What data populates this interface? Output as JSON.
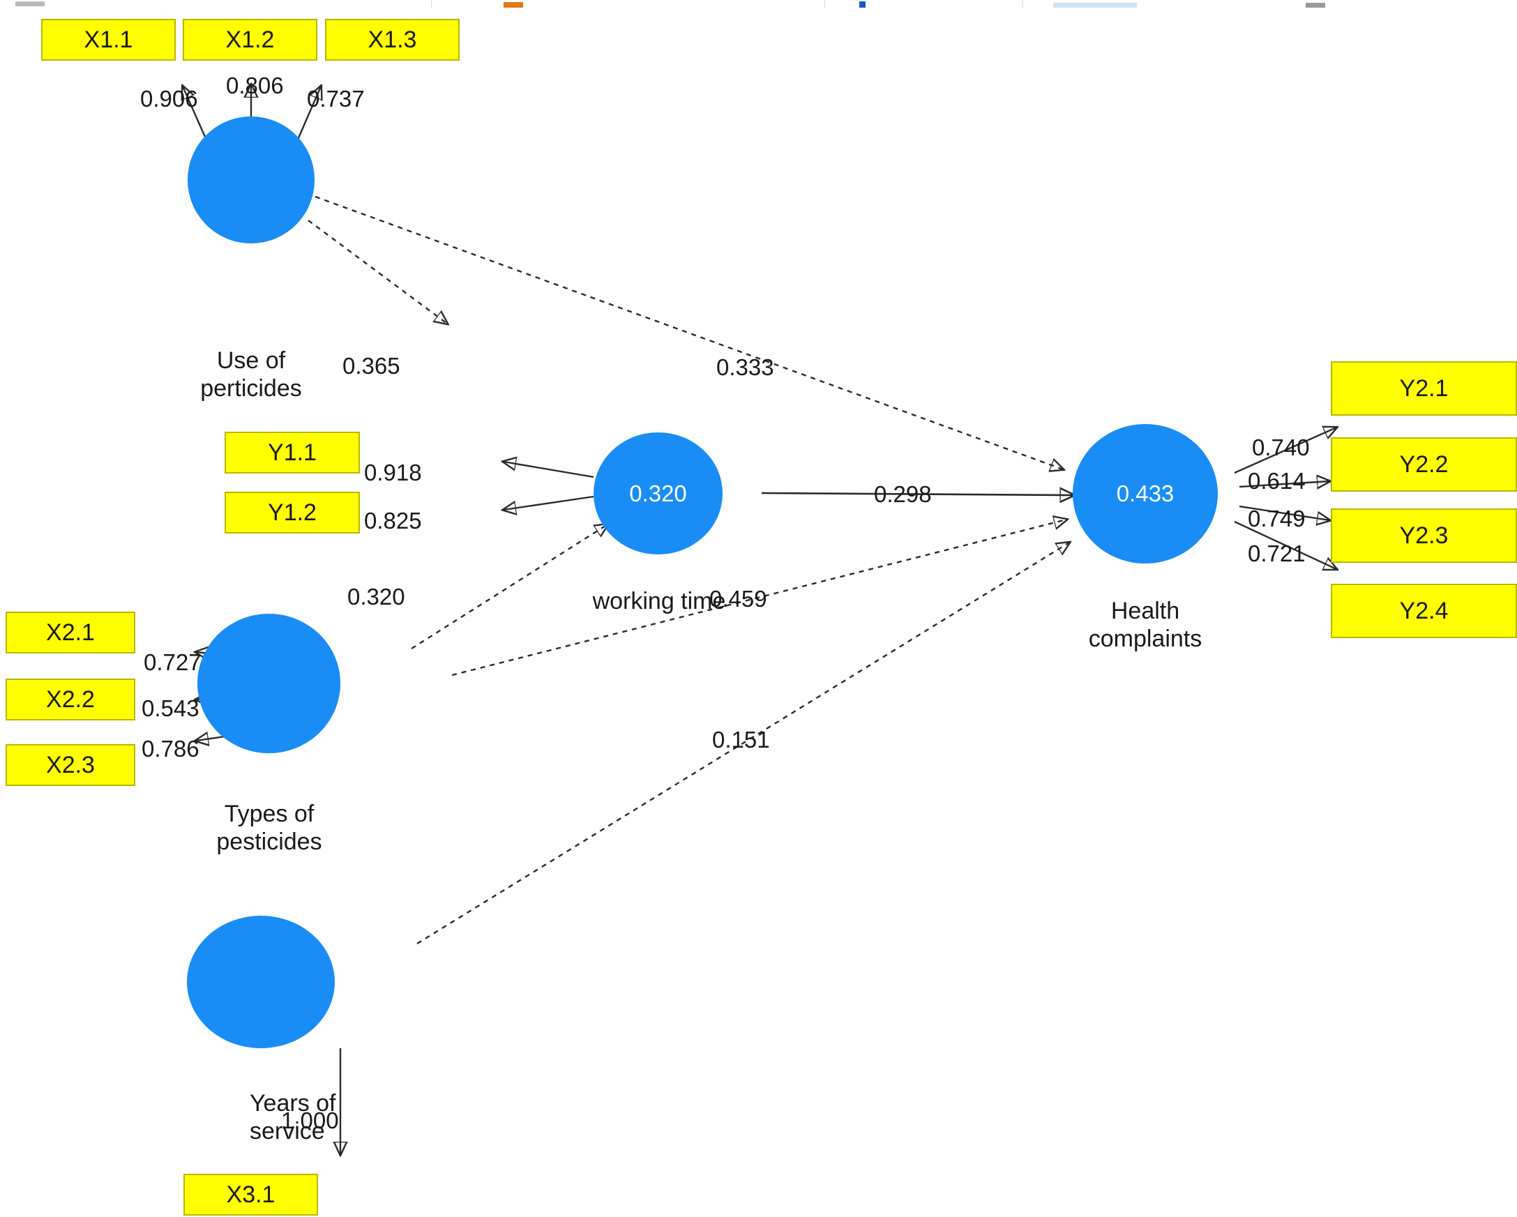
{
  "diagram": {
    "type": "sem-path-diagram",
    "colors": {
      "indicator_fill": "#ffff00",
      "indicator_border": "#b8b800",
      "latent_fill": "#1a8cf5",
      "edge": "#2b2b2b",
      "text": "#1a1a1a",
      "r2_text": "#ffffff",
      "background": "#ffffff"
    }
  },
  "indicators": {
    "x1_1": "X1.1",
    "x1_2": "X1.2",
    "x1_3": "X1.3",
    "x2_1": "X2.1",
    "x2_2": "X2.2",
    "x2_3": "X2.3",
    "x3_1": "X3.1",
    "y1_1": "Y1.1",
    "y1_2": "Y1.2",
    "y2_1": "Y2.1",
    "y2_2": "Y2.2",
    "y2_3": "Y2.3",
    "y2_4": "Y2.4"
  },
  "constructs": {
    "use_of_pesticides": {
      "label": "Use of\nperticides",
      "r2": ""
    },
    "types_of_pesticides": {
      "label": "Types of\npesticides",
      "r2": ""
    },
    "years_of_service": {
      "label": "Years of\nservice",
      "r2": ""
    },
    "working_time": {
      "label": "working time",
      "r2": "0.320"
    },
    "health_complaints": {
      "label": "Health\ncomplaints",
      "r2": "0.433"
    }
  },
  "outer_loadings": {
    "x1_1": "0.906",
    "x1_2": "0.806",
    "x1_3": "0.737",
    "x2_1": "0.727",
    "x2_2": "0.543",
    "x2_3": "0.786",
    "x3_1": "1.000",
    "y1_1": "0.918",
    "y1_2": "0.825",
    "y2_1": "0.740",
    "y2_2": "0.614",
    "y2_3": "0.749",
    "y2_4": "0.721"
  },
  "path_coefficients": {
    "use_to_working_time": "0.365",
    "use_to_health": "0.333",
    "types_to_working_time": "0.320",
    "types_to_health": "0.459",
    "working_time_to_health": "0.298",
    "years_to_health": "0.151"
  },
  "chart_data": {
    "type": "diagram",
    "title": "",
    "nodes": [
      {
        "id": "use_of_pesticides",
        "kind": "latent",
        "label": "Use of perticides",
        "r2": null
      },
      {
        "id": "types_of_pesticides",
        "kind": "latent",
        "label": "Types of pesticides",
        "r2": null
      },
      {
        "id": "years_of_service",
        "kind": "latent",
        "label": "Years of service",
        "r2": null
      },
      {
        "id": "working_time",
        "kind": "latent",
        "label": "working time",
        "r2": 0.32
      },
      {
        "id": "health_complaints",
        "kind": "latent",
        "label": "Health complaints",
        "r2": 0.433
      },
      {
        "id": "X1.1",
        "kind": "indicator",
        "label": "X1.1"
      },
      {
        "id": "X1.2",
        "kind": "indicator",
        "label": "X1.2"
      },
      {
        "id": "X1.3",
        "kind": "indicator",
        "label": "X1.3"
      },
      {
        "id": "X2.1",
        "kind": "indicator",
        "label": "X2.1"
      },
      {
        "id": "X2.2",
        "kind": "indicator",
        "label": "X2.2"
      },
      {
        "id": "X2.3",
        "kind": "indicator",
        "label": "X2.3"
      },
      {
        "id": "X3.1",
        "kind": "indicator",
        "label": "X3.1"
      },
      {
        "id": "Y1.1",
        "kind": "indicator",
        "label": "Y1.1"
      },
      {
        "id": "Y1.2",
        "kind": "indicator",
        "label": "Y1.2"
      },
      {
        "id": "Y2.1",
        "kind": "indicator",
        "label": "Y2.1"
      },
      {
        "id": "Y2.2",
        "kind": "indicator",
        "label": "Y2.2"
      },
      {
        "id": "Y2.3",
        "kind": "indicator",
        "label": "Y2.3"
      },
      {
        "id": "Y2.4",
        "kind": "indicator",
        "label": "Y2.4"
      }
    ],
    "edges": [
      {
        "from": "use_of_pesticides",
        "to": "X1.1",
        "value": 0.906,
        "kind": "loading"
      },
      {
        "from": "use_of_pesticides",
        "to": "X1.2",
        "value": 0.806,
        "kind": "loading"
      },
      {
        "from": "use_of_pesticides",
        "to": "X1.3",
        "value": 0.737,
        "kind": "loading"
      },
      {
        "from": "types_of_pesticides",
        "to": "X2.1",
        "value": 0.727,
        "kind": "loading"
      },
      {
        "from": "types_of_pesticides",
        "to": "X2.2",
        "value": 0.543,
        "kind": "loading"
      },
      {
        "from": "types_of_pesticides",
        "to": "X2.3",
        "value": 0.786,
        "kind": "loading"
      },
      {
        "from": "years_of_service",
        "to": "X3.1",
        "value": 1.0,
        "kind": "loading"
      },
      {
        "from": "working_time",
        "to": "Y1.1",
        "value": 0.918,
        "kind": "loading"
      },
      {
        "from": "working_time",
        "to": "Y1.2",
        "value": 0.825,
        "kind": "loading"
      },
      {
        "from": "health_complaints",
        "to": "Y2.1",
        "value": 0.74,
        "kind": "loading"
      },
      {
        "from": "health_complaints",
        "to": "Y2.2",
        "value": 0.614,
        "kind": "loading"
      },
      {
        "from": "health_complaints",
        "to": "Y2.3",
        "value": 0.749,
        "kind": "loading"
      },
      {
        "from": "health_complaints",
        "to": "Y2.4",
        "value": 0.721,
        "kind": "loading"
      },
      {
        "from": "use_of_pesticides",
        "to": "working_time",
        "value": 0.365,
        "kind": "path"
      },
      {
        "from": "use_of_pesticides",
        "to": "health_complaints",
        "value": 0.333,
        "kind": "path"
      },
      {
        "from": "types_of_pesticides",
        "to": "working_time",
        "value": 0.32,
        "kind": "path"
      },
      {
        "from": "types_of_pesticides",
        "to": "health_complaints",
        "value": 0.459,
        "kind": "path"
      },
      {
        "from": "working_time",
        "to": "health_complaints",
        "value": 0.298,
        "kind": "path"
      },
      {
        "from": "years_of_service",
        "to": "health_complaints",
        "value": 0.151,
        "kind": "path"
      }
    ]
  }
}
